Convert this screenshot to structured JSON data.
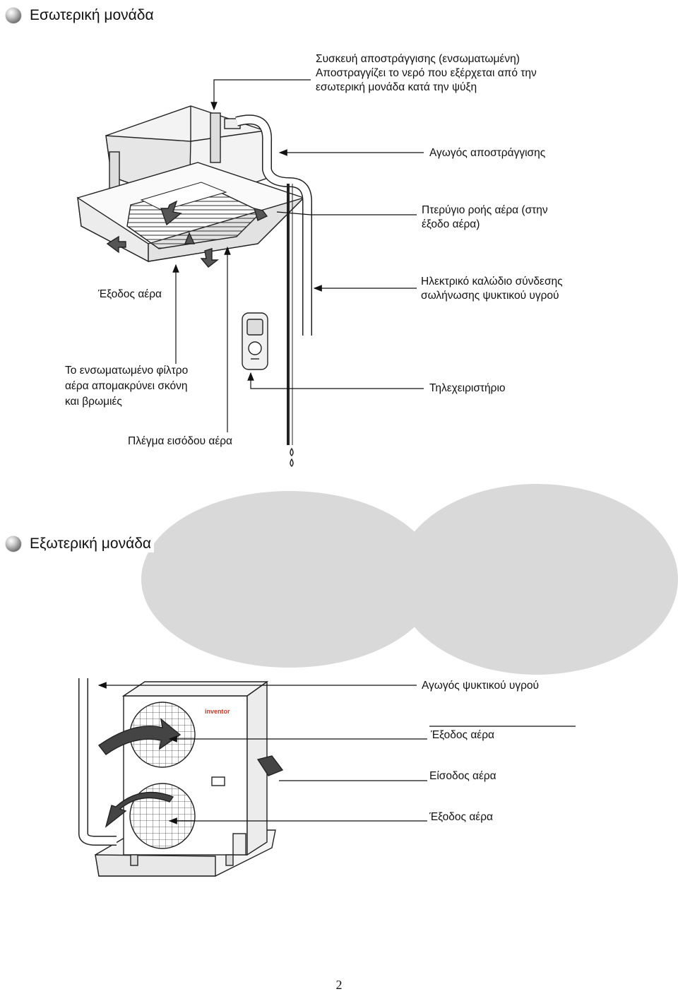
{
  "indoor": {
    "heading": "Εσωτερική μονάδα",
    "labels": {
      "drain_pump_1": "Συσκευή αποστράγγισης (ενσωματωμένη)",
      "drain_pump_2": "Αποστραγγίζει το νερό που εξέρχεται από την",
      "drain_pump_3": "εσωτερική μονάδα κατά την ψύξη",
      "drain_pipe": "Αγωγός αποστράγγισης",
      "louver_1": "Πτερύγιο ροής αέρα (στην",
      "louver_2": "έξοδο αέρα)",
      "air_outlet": "Έξοδος αέρα",
      "cable_1": "Ηλεκτρικό καλώδιο σύνδεσης",
      "cable_2": "σωλήνωσης ψυκτικού υγρού",
      "filter_1": "Το ενσωματωμένο φίλτρο",
      "filter_2": "αέρα απομακρύνει σκόνη",
      "filter_3": "και βρωμιές",
      "remote": "Τηλεχειριστήριο",
      "inlet_grille": "Πλέγμα εισόδου αέρα"
    }
  },
  "outdoor": {
    "heading": "Εξωτερική μονάδα",
    "labels": {
      "refrigerant_pipe": "Αγωγός ψυκτικού υγρού",
      "air_outlet_top": "Έξοδος αέρα",
      "air_inlet": "Είσοδος αέρα",
      "air_outlet_bottom": "Έξοδος αέρα"
    },
    "brand_logo": "inventor"
  },
  "page_number": "2"
}
